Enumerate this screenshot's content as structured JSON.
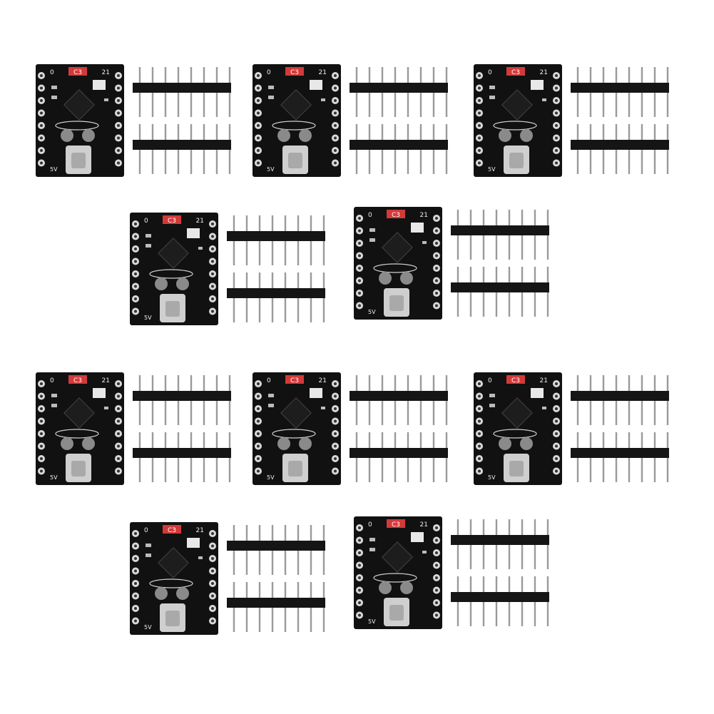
{
  "product": {
    "kit_count": 10,
    "board": {
      "pin_label_top_left": "0",
      "pin_label_top_right": "21",
      "chip_marking": "C3",
      "silk_bottom_left": "5V",
      "pins_per_side": 8,
      "connector": "usb-c-port",
      "buttons": [
        "boot-button",
        "reset-button"
      ],
      "colors": {
        "pcb": "#111111",
        "pad": "#d9d9d9",
        "led": "#d23a3a",
        "usb": "#cfcfcf",
        "button": "#8a8a8a"
      }
    },
    "header": {
      "strips_per_kit": 2,
      "pins_per_strip": 8,
      "colors": {
        "plastic": "#151515",
        "pin": "#9a9a9a"
      }
    }
  },
  "kits": [
    {
      "board_top_label": "0",
      "board_right_label": "21",
      "chip": "C3"
    },
    {
      "board_top_label": "0",
      "board_right_label": "21",
      "chip": "C3"
    },
    {
      "board_top_label": "0",
      "board_right_label": "21",
      "chip": "C3"
    },
    {
      "board_top_label": "0",
      "board_right_label": "21",
      "chip": "C3"
    },
    {
      "board_top_label": "0",
      "board_right_label": "21",
      "chip": "C3"
    },
    {
      "board_top_label": "0",
      "board_right_label": "21",
      "chip": "C3"
    },
    {
      "board_top_label": "0",
      "board_right_label": "21",
      "chip": "C3"
    },
    {
      "board_top_label": "0",
      "board_right_label": "21",
      "chip": "C3"
    },
    {
      "board_top_label": "0",
      "board_right_label": "21",
      "chip": "C3"
    },
    {
      "board_top_label": "0",
      "board_right_label": "21",
      "chip": "C3"
    }
  ]
}
